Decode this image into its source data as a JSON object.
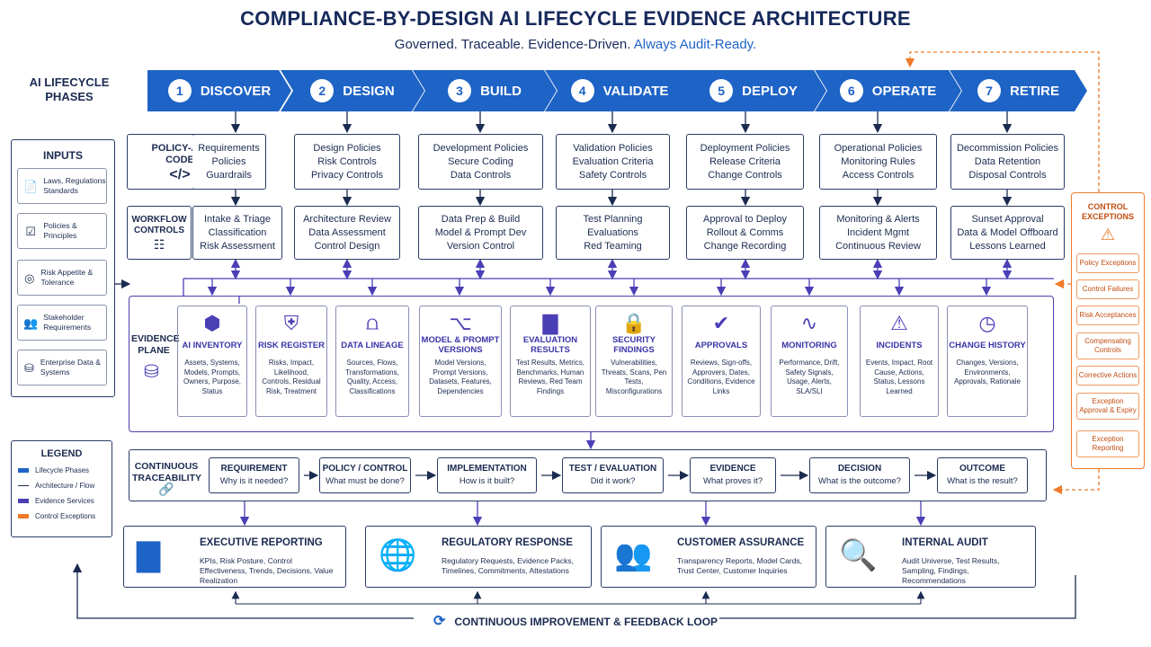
{
  "title": "COMPLIANCE-BY-DESIGN AI LIFECYCLE EVIDENCE ARCHITECTURE",
  "subtitle_main": "Governed. Traceable. Evidence-Driven.",
  "subtitle_hl": "Always Audit-Ready.",
  "phases_label": "AI LIFECYCLE PHASES",
  "phases": [
    {
      "num": "1",
      "label": "DISCOVER"
    },
    {
      "num": "2",
      "label": "DESIGN"
    },
    {
      "num": "3",
      "label": "BUILD"
    },
    {
      "num": "4",
      "label": "VALIDATE"
    },
    {
      "num": "5",
      "label": "DEPLOY"
    },
    {
      "num": "6",
      "label": "OPERATE"
    },
    {
      "num": "7",
      "label": "RETIRE"
    }
  ],
  "policy_label": "POLICY-AS-CODE",
  "policy_icon": "</>",
  "policies": [
    [
      "Requirements",
      "Policies",
      "Guardrails"
    ],
    [
      "Design Policies",
      "Risk Controls",
      "Privacy Controls"
    ],
    [
      "Development Policies",
      "Secure Coding",
      "Data Controls"
    ],
    [
      "Validation Policies",
      "Evaluation Criteria",
      "Safety Controls"
    ],
    [
      "Deployment Policies",
      "Release Criteria",
      "Change Controls"
    ],
    [
      "Operational Policies",
      "Monitoring Rules",
      "Access Controls"
    ],
    [
      "Decommission Policies",
      "Data Retention",
      "Disposal Controls"
    ]
  ],
  "workflow_label": "WORKFLOW CONTROLS",
  "workflows": [
    [
      "Intake & Triage",
      "Classification",
      "Risk Assessment"
    ],
    [
      "Architecture Review",
      "Data Assessment",
      "Control Design"
    ],
    [
      "Data Prep & Build",
      "Model & Prompt Dev",
      "Version Control"
    ],
    [
      "Test Planning",
      "Evaluations",
      "Red Teaming"
    ],
    [
      "Approval to Deploy",
      "Rollout & Comms",
      "Change Recording"
    ],
    [
      "Monitoring & Alerts",
      "Incident Mgmt",
      "Continuous Review"
    ],
    [
      "Sunset Approval",
      "Data & Model Offboard",
      "Lessons Learned"
    ]
  ],
  "inputs": {
    "title": "INPUTS",
    "items": [
      {
        "icon": "document-icon",
        "label": "Laws, Regulations Standards"
      },
      {
        "icon": "checklist-icon",
        "label": "Policies & Principles"
      },
      {
        "icon": "target-icon",
        "label": "Risk Appetite & Tolerance"
      },
      {
        "icon": "people-icon",
        "label": "Stakeholder Requirements"
      },
      {
        "icon": "database-icon",
        "label": "Enterprise Data & Systems"
      }
    ]
  },
  "evidence_plane_label": "EVIDENCE PLANE",
  "evidence": [
    {
      "icon": "cube-icon",
      "title": "AI INVENTORY",
      "desc": "Assets, Systems, Models, Prompts, Owners, Purpose, Status"
    },
    {
      "icon": "shield-alert-icon",
      "title": "RISK REGISTER",
      "desc": "Risks, Impact, Likelihood, Controls, Residual Risk, Treatment"
    },
    {
      "icon": "share-icon",
      "title": "DATA LINEAGE",
      "desc": "Sources, Flows, Transformations, Quality, Access, Classifications"
    },
    {
      "icon": "branch-icon",
      "title": "MODEL & PROMPT VERSIONS",
      "desc": "Model Versions, Prompt Versions, Datasets, Features, Dependencies"
    },
    {
      "icon": "bar-chart-icon",
      "title": "EVALUATION RESULTS",
      "desc": "Test Results, Metrics, Benchmarks, Human Reviews, Red Team Findings"
    },
    {
      "icon": "lock-icon",
      "title": "SECURITY FINDINGS",
      "desc": "Vulnerabilities, Threats, Scans, Pen Tests, Misconfigurations"
    },
    {
      "icon": "check-circle-icon",
      "title": "APPROVALS",
      "desc": "Reviews, Sign-offs, Approvers, Dates, Conditions, Evidence Links"
    },
    {
      "icon": "activity-icon",
      "title": "MONITORING",
      "desc": "Performance, Drift, Safety Signals, Usage, Alerts, SLA/SLI"
    },
    {
      "icon": "warning-icon",
      "title": "INCIDENTS",
      "desc": "Events, Impact, Root Cause, Actions, Status, Lessons Learned"
    },
    {
      "icon": "clock-icon",
      "title": "CHANGE HISTORY",
      "desc": "Changes, Versions, Environments, Approvals, Rationale"
    }
  ],
  "trace_label": "CONTINUOUS TRACEABILITY",
  "trace": [
    {
      "title": "REQUIREMENT",
      "q": "Why is it needed?"
    },
    {
      "title": "POLICY / CONTROL",
      "q": "What must be done?"
    },
    {
      "title": "IMPLEMENTATION",
      "q": "How is it built?"
    },
    {
      "title": "TEST / EVALUATION",
      "q": "Did it work?"
    },
    {
      "title": "EVIDENCE",
      "q": "What proves it?"
    },
    {
      "title": "DECISION",
      "q": "What is the outcome?"
    },
    {
      "title": "OUTCOME",
      "q": "What is the result?"
    }
  ],
  "outputs": [
    {
      "icon": "bar-chart-icon",
      "title": "EXECUTIVE REPORTING",
      "desc": "KPIs, Risk Posture, Control Effectiveness, Trends, Decisions, Value Realization"
    },
    {
      "icon": "globe-icon",
      "title": "REGULATORY RESPONSE",
      "desc": "Regulatory Requests, Evidence Packs, Timelines, Commitments, Attestations"
    },
    {
      "icon": "people-icon",
      "title": "CUSTOMER ASSURANCE",
      "desc": "Transparency Reports, Model Cards, Trust Center, Customer Inquiries"
    },
    {
      "icon": "search-icon",
      "title": "INTERNAL AUDIT",
      "desc": "Audit Universe, Test Results, Sampling, Findings, Recommendations"
    }
  ],
  "legend": {
    "title": "LEGEND",
    "items": [
      {
        "label": "Lifecycle Phases",
        "color": "#1e63c6"
      },
      {
        "label": "Architecture / Flow",
        "color": "#1b2b50"
      },
      {
        "label": "Evidence Services",
        "color": "#4b3fb6"
      },
      {
        "label": "Control Exceptions",
        "color": "#ef7a2b"
      }
    ]
  },
  "control_exceptions": {
    "title": "CONTROL EXCEPTIONS",
    "items": [
      "Policy Exceptions",
      "Control Failures",
      "Risk Acceptances",
      "Compensating Controls",
      "Corrective Actions",
      "Exception Approval & Expiry",
      "Exception Reporting"
    ]
  },
  "loop_label": "CONTINUOUS IMPROVEMENT & FEEDBACK LOOP",
  "colors": {
    "phase": "#1e63c6",
    "evidence": "#4b3fb6",
    "exception": "#ef7a2b",
    "dark": "#1b2b50"
  }
}
